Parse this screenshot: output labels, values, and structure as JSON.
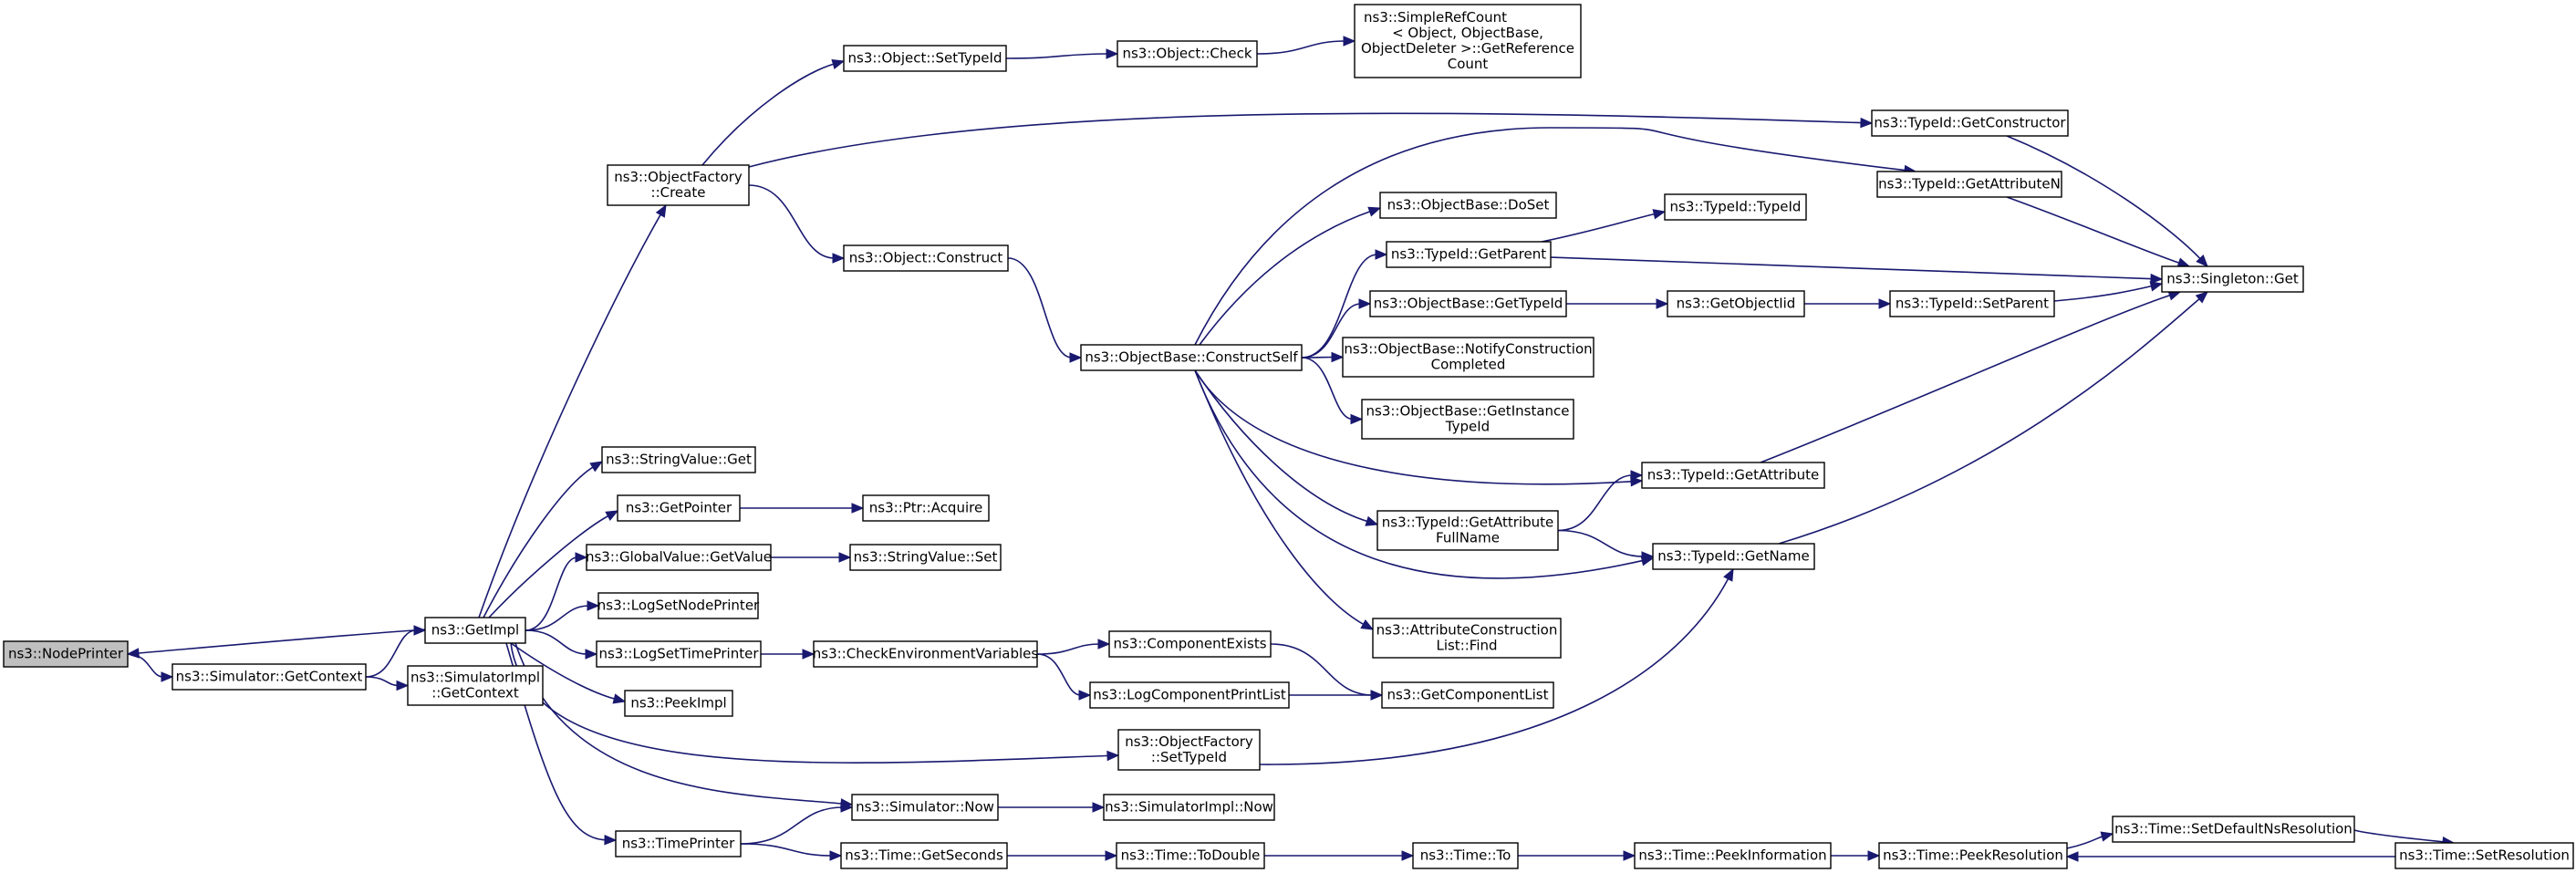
{
  "diagram": {
    "nodes": [
      {
        "id": "nodeprinter",
        "lines": [
          "ns3::NodePrinter"
        ],
        "root": true
      },
      {
        "id": "sim_getcontext",
        "lines": [
          "ns3::Simulator::GetContext"
        ]
      },
      {
        "id": "getimpl",
        "lines": [
          "ns3::GetImpl"
        ]
      },
      {
        "id": "simimpl_getcontext",
        "lines": [
          "ns3::SimulatorImpl",
          "::GetContext"
        ]
      },
      {
        "id": "objfactory_create",
        "lines": [
          "ns3::ObjectFactory",
          "::Create"
        ]
      },
      {
        "id": "stringvalue_get",
        "lines": [
          "ns3::StringValue::Get"
        ]
      },
      {
        "id": "getpointer",
        "lines": [
          "ns3::GetPointer"
        ]
      },
      {
        "id": "globalvalue_getvalue",
        "lines": [
          "ns3::GlobalValue::GetValue"
        ]
      },
      {
        "id": "logsetnodeprinter",
        "lines": [
          "ns3::LogSetNodePrinter"
        ]
      },
      {
        "id": "logsettimeprinter",
        "lines": [
          "ns3::LogSetTimePrinter"
        ]
      },
      {
        "id": "peekimpl",
        "lines": [
          "ns3::PeekImpl"
        ]
      },
      {
        "id": "timeprinter",
        "lines": [
          "ns3::TimePrinter"
        ]
      },
      {
        "id": "object_settypeid",
        "lines": [
          "ns3::Object::SetTypeId"
        ]
      },
      {
        "id": "object_check",
        "lines": [
          "ns3::Object::Check"
        ]
      },
      {
        "id": "simplerefcount",
        "lines": [
          "ns3::SimpleRefCount",
          "< Object, ObjectBase,",
          " ObjectDeleter >::GetReference",
          "Count"
        ]
      },
      {
        "id": "typeid_getconstructor",
        "lines": [
          "ns3::TypeId::GetConstructor"
        ]
      },
      {
        "id": "object_construct",
        "lines": [
          "ns3::Object::Construct"
        ]
      },
      {
        "id": "objectbase_constructself",
        "lines": [
          "ns3::ObjectBase::ConstructSelf"
        ]
      },
      {
        "id": "typeid_getattributen",
        "lines": [
          "ns3::TypeId::GetAttributeN"
        ]
      },
      {
        "id": "objectbase_doset",
        "lines": [
          "ns3::ObjectBase::DoSet"
        ]
      },
      {
        "id": "typeid_typeid",
        "lines": [
          "ns3::TypeId::TypeId"
        ]
      },
      {
        "id": "typeid_getparent",
        "lines": [
          "ns3::TypeId::GetParent"
        ]
      },
      {
        "id": "singleton_get",
        "lines": [
          "ns3::Singleton::Get"
        ]
      },
      {
        "id": "objectbase_gettypeid",
        "lines": [
          "ns3::ObjectBase::GetTypeId"
        ]
      },
      {
        "id": "getobjectiid",
        "lines": [
          "ns3::GetObjectIid"
        ]
      },
      {
        "id": "typeid_setparent",
        "lines": [
          "ns3::TypeId::SetParent"
        ]
      },
      {
        "id": "objectbase_notifyconstruction",
        "lines": [
          "ns3::ObjectBase::NotifyConstruction",
          "Completed"
        ]
      },
      {
        "id": "objectbase_getinstancetypeid",
        "lines": [
          "ns3::ObjectBase::GetInstance",
          "TypeId"
        ]
      },
      {
        "id": "typeid_getattribute",
        "lines": [
          "ns3::TypeId::GetAttribute"
        ]
      },
      {
        "id": "typeid_getattributefullname",
        "lines": [
          "ns3::TypeId::GetAttribute",
          "FullName"
        ]
      },
      {
        "id": "typeid_getname",
        "lines": [
          "ns3::TypeId::GetName"
        ]
      },
      {
        "id": "ptr_acquire",
        "lines": [
          "ns3::Ptr::Acquire"
        ]
      },
      {
        "id": "stringvalue_set",
        "lines": [
          "ns3::StringValue::Set"
        ]
      },
      {
        "id": "checkenvvars",
        "lines": [
          "ns3::CheckEnvironmentVariables"
        ]
      },
      {
        "id": "componentexists",
        "lines": [
          "ns3::ComponentExists"
        ]
      },
      {
        "id": "logcomponentprintlist",
        "lines": [
          "ns3::LogComponentPrintList"
        ]
      },
      {
        "id": "attributeconstructionlist_find",
        "lines": [
          "ns3::AttributeConstruction",
          "List::Find"
        ]
      },
      {
        "id": "getcomponentlist",
        "lines": [
          "ns3::GetComponentList"
        ]
      },
      {
        "id": "objfactory_settypeid",
        "lines": [
          "ns3::ObjectFactory",
          "::SetTypeId"
        ]
      },
      {
        "id": "simulator_now",
        "lines": [
          "ns3::Simulator::Now"
        ]
      },
      {
        "id": "simulatorimpl_now",
        "lines": [
          "ns3::SimulatorImpl::Now"
        ]
      },
      {
        "id": "time_getseconds",
        "lines": [
          "ns3::Time::GetSeconds"
        ]
      },
      {
        "id": "time_todouble",
        "lines": [
          "ns3::Time::ToDouble"
        ]
      },
      {
        "id": "time_to",
        "lines": [
          "ns3::Time::To"
        ]
      },
      {
        "id": "time_peekinformation",
        "lines": [
          "ns3::Time::PeekInformation"
        ]
      },
      {
        "id": "time_peekresolution",
        "lines": [
          "ns3::Time::PeekResolution"
        ]
      },
      {
        "id": "time_setdefaultnsresolution",
        "lines": [
          "ns3::Time::SetDefaultNsResolution"
        ]
      },
      {
        "id": "time_setresolution",
        "lines": [
          "ns3::Time::SetResolution"
        ]
      }
    ],
    "edges": [
      [
        "getimpl",
        "nodeprinter"
      ],
      [
        "nodeprinter",
        "sim_getcontext"
      ],
      [
        "sim_getcontext",
        "getimpl"
      ],
      [
        "sim_getcontext",
        "simimpl_getcontext"
      ],
      [
        "getimpl",
        "objfactory_create"
      ],
      [
        "getimpl",
        "stringvalue_get"
      ],
      [
        "getimpl",
        "getpointer"
      ],
      [
        "getimpl",
        "globalvalue_getvalue"
      ],
      [
        "getimpl",
        "logsetnodeprinter"
      ],
      [
        "getimpl",
        "logsettimeprinter"
      ],
      [
        "getimpl",
        "peekimpl"
      ],
      [
        "getimpl",
        "timeprinter"
      ],
      [
        "getimpl",
        "objfactory_settypeid"
      ],
      [
        "getimpl",
        "simulator_now"
      ],
      [
        "objfactory_create",
        "object_settypeid"
      ],
      [
        "objfactory_create",
        "typeid_getconstructor"
      ],
      [
        "objfactory_create",
        "object_construct"
      ],
      [
        "object_settypeid",
        "object_check"
      ],
      [
        "object_check",
        "simplerefcount"
      ],
      [
        "typeid_getconstructor",
        "singleton_get"
      ],
      [
        "object_construct",
        "objectbase_constructself"
      ],
      [
        "objectbase_constructself",
        "typeid_getattributen"
      ],
      [
        "objectbase_constructself",
        "objectbase_doset"
      ],
      [
        "objectbase_constructself",
        "typeid_getparent"
      ],
      [
        "objectbase_constructself",
        "objectbase_gettypeid"
      ],
      [
        "objectbase_constructself",
        "objectbase_notifyconstruction"
      ],
      [
        "objectbase_constructself",
        "objectbase_getinstancetypeid"
      ],
      [
        "objectbase_constructself",
        "typeid_getattribute"
      ],
      [
        "objectbase_constructself",
        "typeid_getattributefullname"
      ],
      [
        "objectbase_constructself",
        "typeid_getname"
      ],
      [
        "objectbase_constructself",
        "attributeconstructionlist_find"
      ],
      [
        "typeid_getattributen",
        "singleton_get"
      ],
      [
        "typeid_getparent",
        "typeid_typeid"
      ],
      [
        "typeid_getparent",
        "singleton_get"
      ],
      [
        "objectbase_gettypeid",
        "getobjectiid"
      ],
      [
        "getobjectiid",
        "typeid_setparent"
      ],
      [
        "typeid_setparent",
        "singleton_get"
      ],
      [
        "typeid_getattribute",
        "singleton_get"
      ],
      [
        "typeid_getattributefullname",
        "typeid_getattribute"
      ],
      [
        "typeid_getattributefullname",
        "typeid_getname"
      ],
      [
        "typeid_getname",
        "singleton_get"
      ],
      [
        "getpointer",
        "ptr_acquire"
      ],
      [
        "globalvalue_getvalue",
        "stringvalue_set"
      ],
      [
        "logsettimeprinter",
        "checkenvvars"
      ],
      [
        "checkenvvars",
        "componentexists"
      ],
      [
        "checkenvvars",
        "logcomponentprintlist"
      ],
      [
        "componentexists",
        "getcomponentlist"
      ],
      [
        "logcomponentprintlist",
        "getcomponentlist"
      ],
      [
        "objfactory_settypeid",
        "typeid_getname"
      ],
      [
        "simulator_now",
        "simulatorimpl_now"
      ],
      [
        "timeprinter",
        "simulator_now"
      ],
      [
        "timeprinter",
        "time_getseconds"
      ],
      [
        "time_getseconds",
        "time_todouble"
      ],
      [
        "time_todouble",
        "time_to"
      ],
      [
        "time_to",
        "time_peekinformation"
      ],
      [
        "time_peekinformation",
        "time_peekresolution"
      ],
      [
        "time_peekresolution",
        "time_setdefaultnsresolution"
      ],
      [
        "time_setdefaultnsresolution",
        "time_setresolution"
      ],
      [
        "time_setresolution",
        "time_peekresolution"
      ]
    ]
  }
}
